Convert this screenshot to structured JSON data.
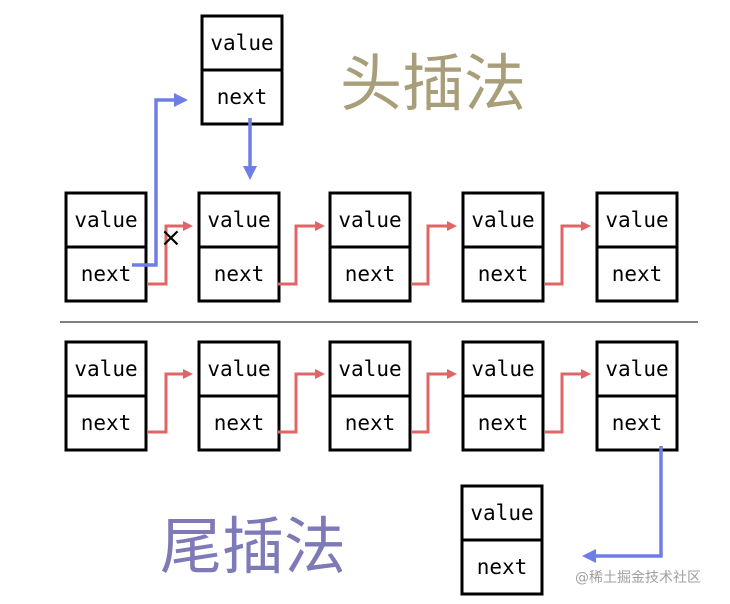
{
  "colors": {
    "head_title": "#a89f7a",
    "tail_title": "#7e7ab8",
    "red_link": "#e06666",
    "blue_link": "#6f7ee6",
    "box_border": "#000000"
  },
  "head_insert": {
    "title": "头插法",
    "new_node": {
      "value_label": "value",
      "next_label": "next"
    },
    "cut_mark": "×",
    "list": [
      {
        "value_label": "value",
        "next_label": "next"
      },
      {
        "value_label": "value",
        "next_label": "next"
      },
      {
        "value_label": "value",
        "next_label": "next"
      },
      {
        "value_label": "value",
        "next_label": "next"
      },
      {
        "value_label": "value",
        "next_label": "next"
      }
    ]
  },
  "tail_insert": {
    "title": "尾插法",
    "new_node": {
      "value_label": "value",
      "next_label": "next"
    },
    "list": [
      {
        "value_label": "value",
        "next_label": "next"
      },
      {
        "value_label": "value",
        "next_label": "next"
      },
      {
        "value_label": "value",
        "next_label": "next"
      },
      {
        "value_label": "value",
        "next_label": "next"
      },
      {
        "value_label": "value",
        "next_label": "next"
      }
    ]
  },
  "watermark": "@稀土掘金技术社区"
}
